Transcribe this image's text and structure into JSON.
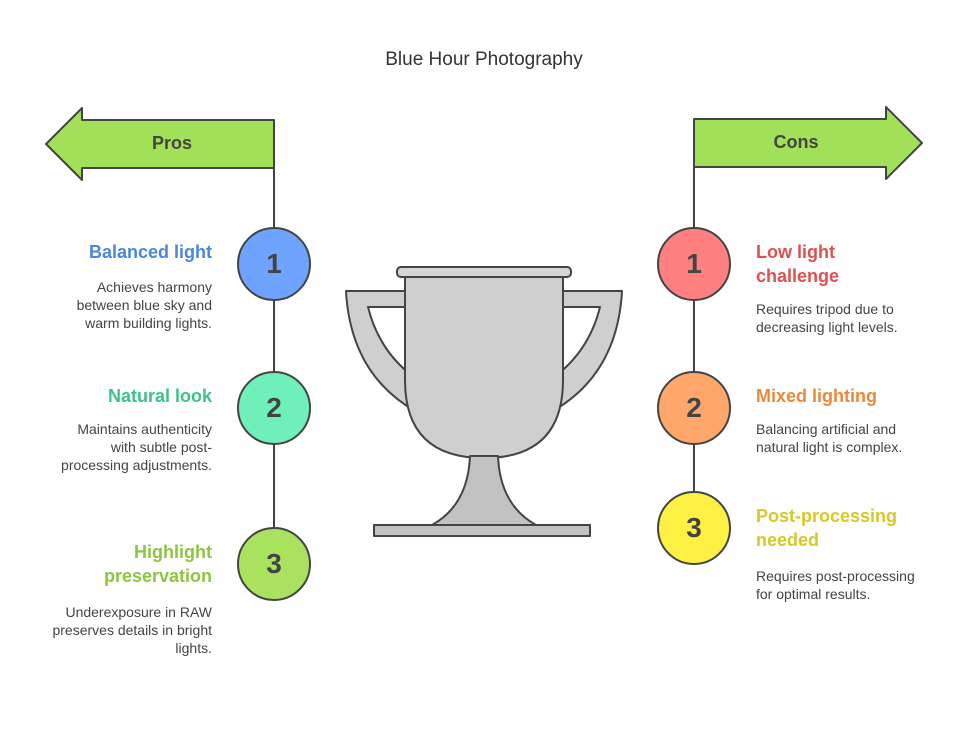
{
  "title": "Blue Hour Photography",
  "pros": {
    "label": "Pros",
    "arrow_color": "#a3e05a",
    "items": [
      {
        "number": "1",
        "heading": "Balanced light",
        "description": "Achieves harmony between blue sky and warm building lights.",
        "color": "#4a86e0",
        "circle_color": "#6ea3ff"
      },
      {
        "number": "2",
        "heading": "Natural look",
        "description": "Maintains authenticity with subtle post-processing adjustments.",
        "color": "#3cc486",
        "circle_color": "#6ff0b8"
      },
      {
        "number": "3",
        "heading": "Highlight preservation",
        "description": "Underexposure in RAW preserves details in bright lights.",
        "color": "#8cc63e",
        "circle_color": "#a9e25e"
      }
    ]
  },
  "cons": {
    "label": "Cons",
    "arrow_color": "#a3e05a",
    "items": [
      {
        "number": "1",
        "heading": "Low light challenge",
        "description": "Requires tripod due to decreasing light levels.",
        "color": "#e05050",
        "circle_color": "#ff8080"
      },
      {
        "number": "2",
        "heading": "Mixed lighting",
        "description": "Balancing artificial and natural light is complex.",
        "color": "#e98a3a",
        "circle_color": "#ffa76b"
      },
      {
        "number": "3",
        "heading": "Post-processing needed",
        "description": "Requires post-processing for optimal results.",
        "color": "#d8c826",
        "circle_color": "#fff044"
      }
    ]
  },
  "trophy_icon": "trophy-icon",
  "trophy_color": "#cfcfcf"
}
